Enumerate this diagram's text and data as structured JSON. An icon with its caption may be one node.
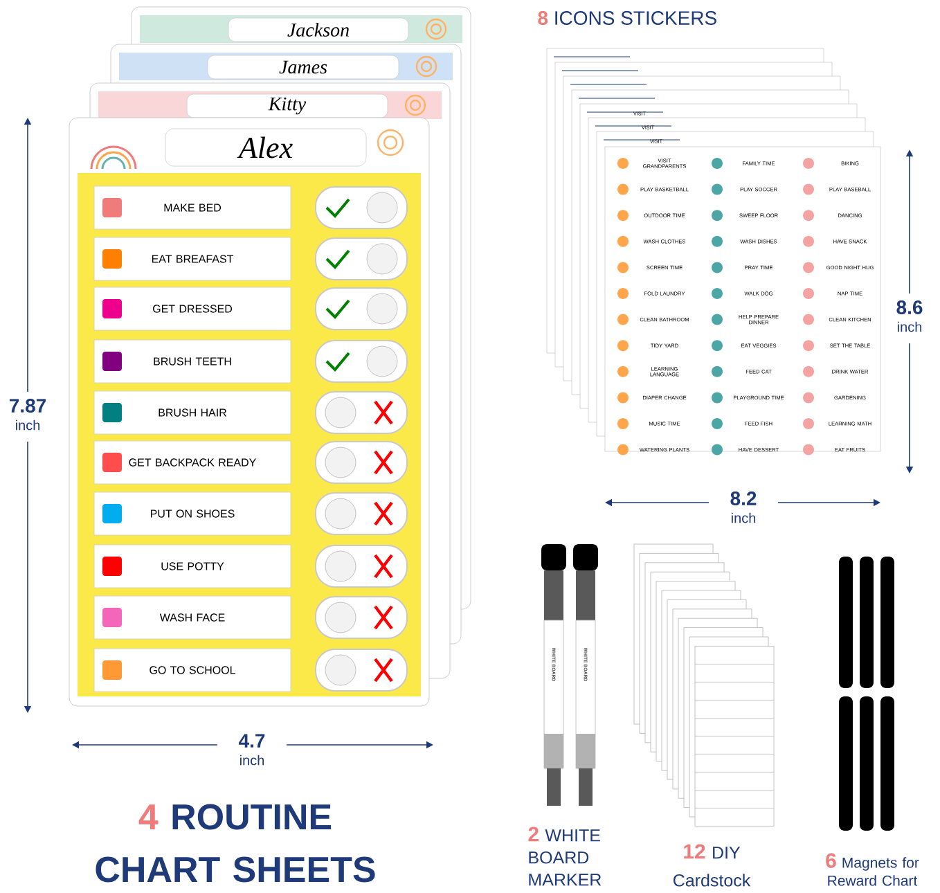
{
  "diagram": {
    "nodes": [
      {
        "text": [
          "Jackson"
        ]
      },
      {
        "text": [
          "James"
        ]
      },
      {
        "text": [
          "Kitty"
        ]
      },
      {
        "text": [
          "Alex"
        ]
      },
      {
        "text": [
          "MAKE BED"
        ]
      },
      {
        "text": [
          "EAT BREAFAST"
        ]
      },
      {
        "text": [
          "GET DRESSED"
        ]
      },
      {
        "text": [
          "BRUSH TEETH"
        ]
      },
      {
        "text": [
          "BRUSH HAIR"
        ]
      },
      {
        "text": [
          "GET BACKPACK READY"
        ]
      },
      {
        "text": [
          "PUT ON SHOES"
        ]
      },
      {
        "text": [
          "USE POTTY"
        ]
      },
      {
        "text": [
          "WASH FACE"
        ]
      },
      {
        "text": [
          "GO TO SCHOOL"
        ]
      }
    ],
    "labels": [
      "8",
      "ICONS STICKERS",
      "VISIT",
      "VISIT",
      "VISIT",
      "VISIT GRANDPARENTS",
      "FAMILY TIME",
      "BIKING",
      "PLAY BASKETBALL",
      "PLAY SOCCER",
      "PLAY BASEBALL",
      "OUTDOOR TIME",
      "SWEEP FLOOR",
      "DANCING",
      "WASH CLOTHES",
      "WASH DISHES",
      "HAVE SNACK",
      "SCREEN TIME",
      "PRAY TIME",
      "GOOD NIGHT HUG",
      "FOLD LAUNDRY",
      "WALK DOG",
      "NAP TIME",
      "CLEAN BATHROOM",
      "HELP PREPARE DINNER",
      "CLEAN KITCHEN",
      "TIDY YARD",
      "EAT VEGGIES",
      "SET THE TABLE",
      "LEARNING LANGUAGE",
      "FEED CAT",
      "DRINK WATER",
      "DIAPER CHANGE",
      "PLAYGROUND TIME",
      "GARDENING",
      "MUSIC TIME",
      "FEED FISH",
      "LEARNING MATH",
      "WATERING PLANTS",
      "HAVE DESSERT",
      "EAT FRUITS",
      "7.87",
      "inch",
      "8.6",
      "inch",
      "4.7",
      "inch",
      "8.2",
      "inch",
      "WHITE BOARD",
      "WHITE BOARD",
      "4",
      "ROUTINE CHART SHEETS",
      "2",
      "WHITE BOARD MARKER",
      "12",
      "DIY Cardstock",
      "6",
      "Magnets for Reward Chart"
    ]
  }
}
